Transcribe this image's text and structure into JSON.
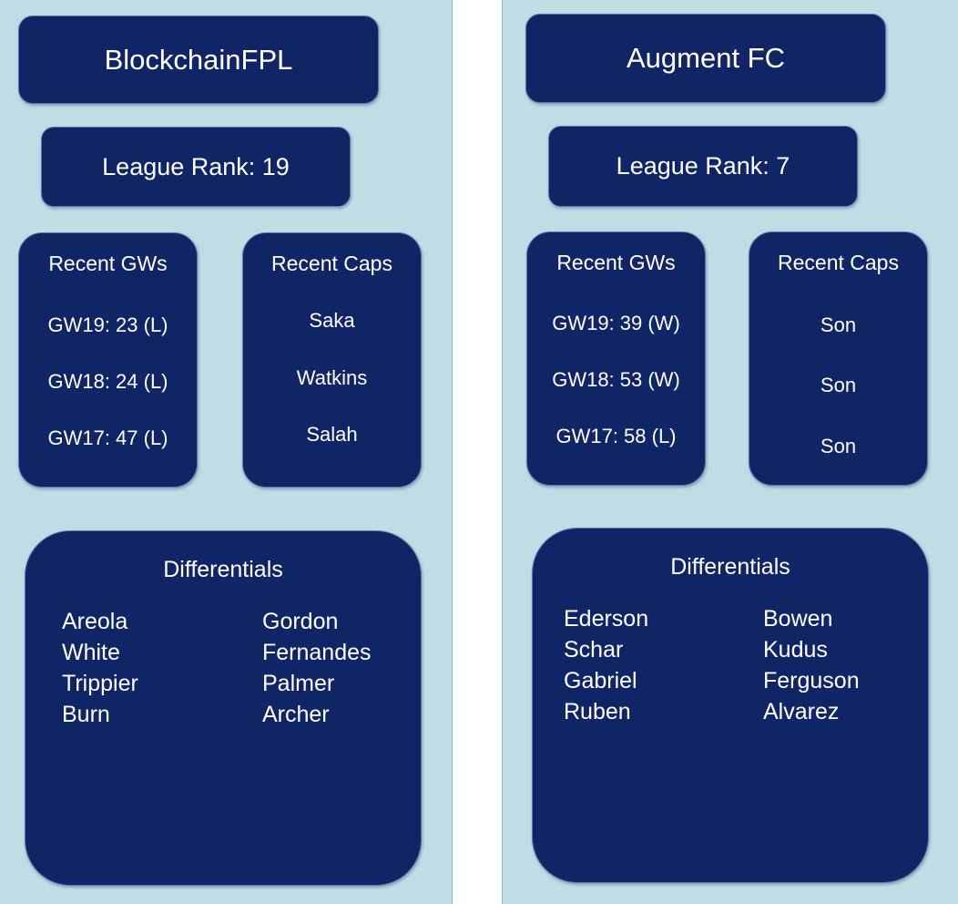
{
  "teams": [
    {
      "name": "BlockchainFPL",
      "rank_text": "League Rank: 19",
      "recent_gws": {
        "title": "Recent GWs",
        "items": [
          "GW19: 23 (L)",
          "GW18: 24 (L)",
          "GW17: 47 (L)"
        ]
      },
      "recent_caps": {
        "title": "Recent Caps",
        "items": [
          "Saka",
          "Watkins",
          "Salah"
        ]
      },
      "differentials": {
        "title": "Differentials",
        "col1": [
          "Areola",
          "White",
          "Trippier",
          "Burn"
        ],
        "col2": [
          "Gordon",
          "Fernandes",
          "Palmer",
          "Archer"
        ]
      }
    },
    {
      "name": "Augment FC",
      "rank_text": "League Rank: 7",
      "recent_gws": {
        "title": "Recent GWs",
        "items": [
          "GW19: 39 (W)",
          "GW18: 53 (W)",
          "GW17: 58 (L)"
        ]
      },
      "recent_caps": {
        "title": "Recent Caps",
        "items": [
          "Son",
          "Son",
          "Son"
        ]
      },
      "differentials": {
        "title": "Differentials",
        "col1": [
          "Ederson",
          "Schar",
          "Gabriel",
          "Ruben"
        ],
        "col2": [
          "Bowen",
          "Kudus",
          "Ferguson",
          "Alvarez"
        ]
      }
    }
  ],
  "colors": {
    "panel_background": "#c0dde6",
    "card_background": "#0f2566",
    "text": "#ffffff"
  }
}
